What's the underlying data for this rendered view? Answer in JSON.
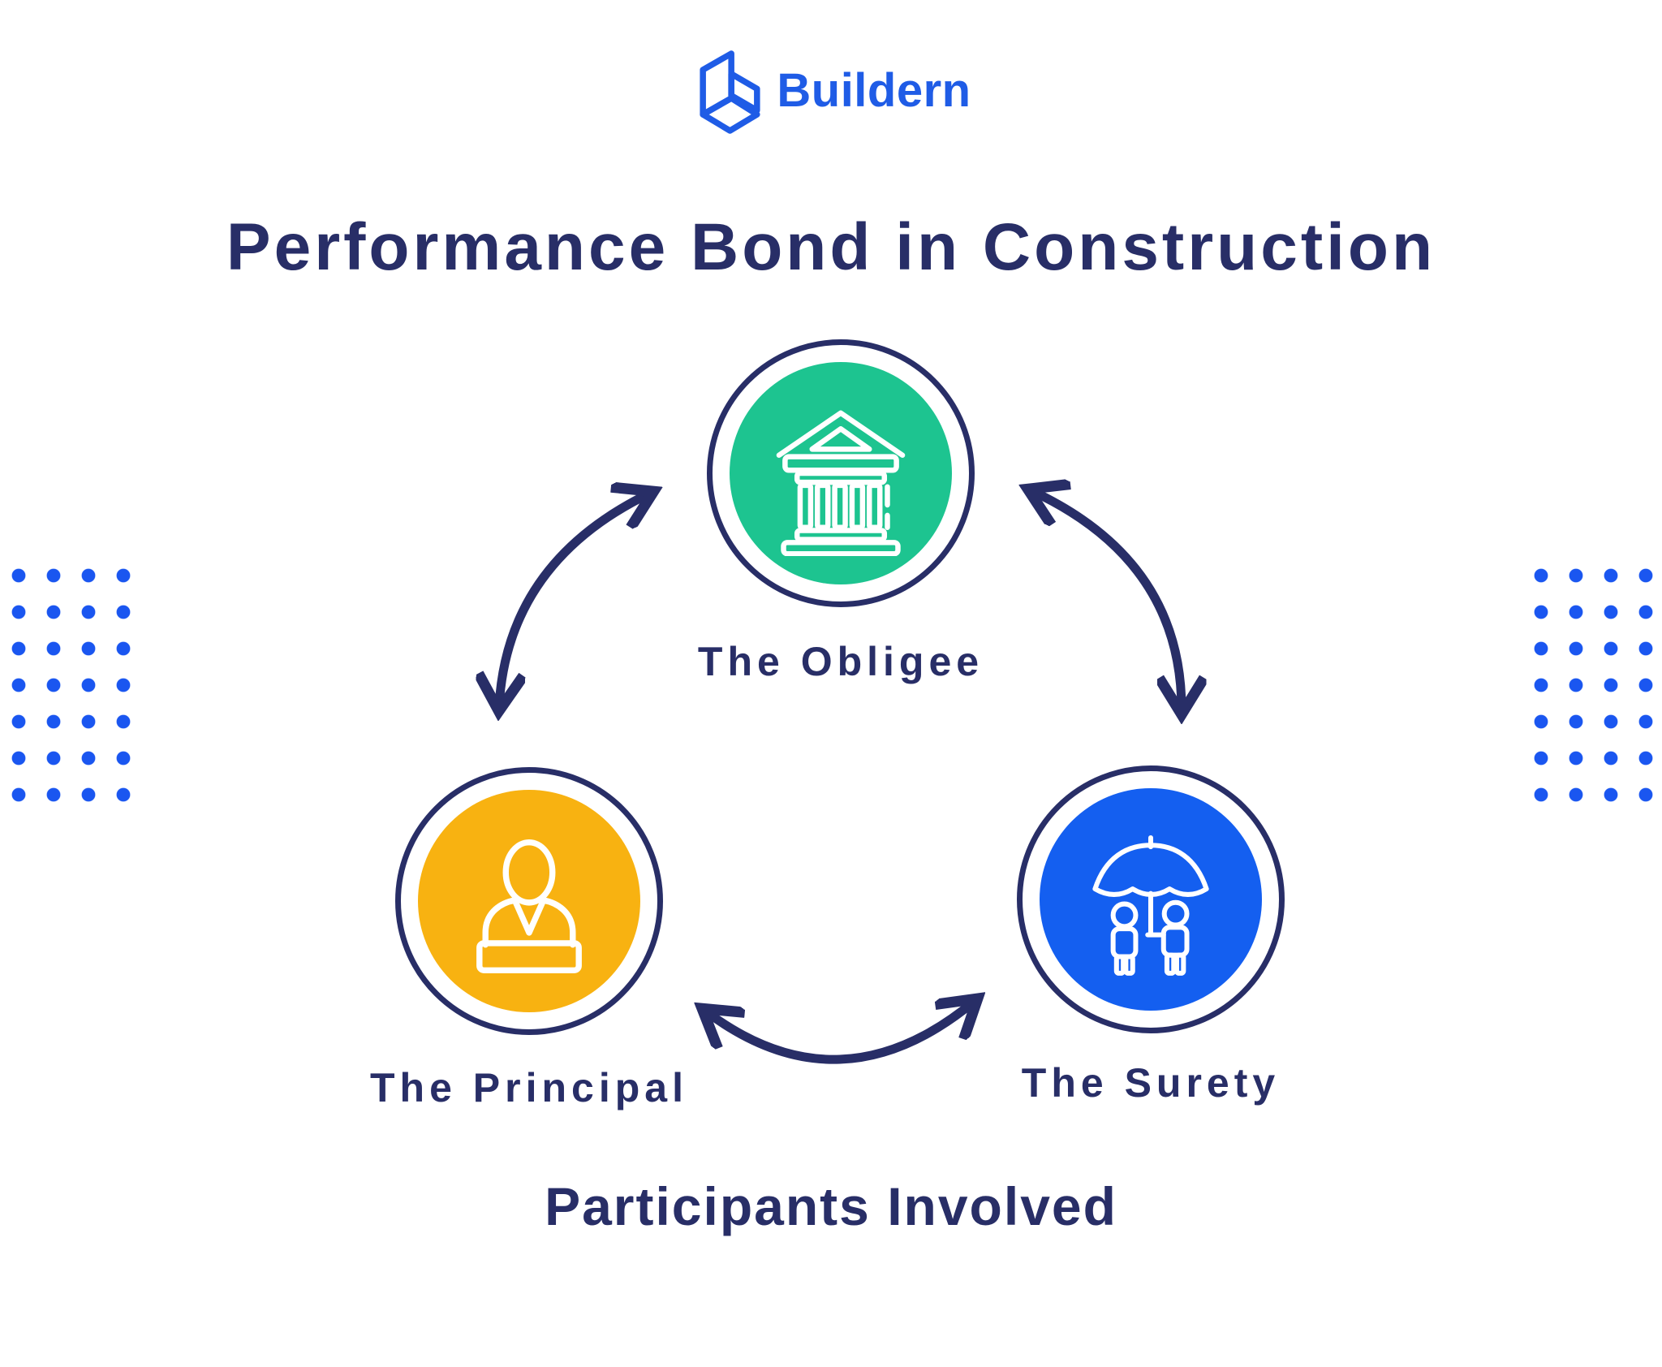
{
  "brand": {
    "name": "Buildern",
    "color": "#1f5ce6"
  },
  "title": "Performance Bond in Construction",
  "caption": "Participants Involved",
  "nodes": [
    {
      "id": "obligee",
      "label": "The Obligee",
      "color": "#1dc490",
      "icon": "bank-building-icon"
    },
    {
      "id": "principal",
      "label": "The Principal",
      "color": "#f8b211",
      "icon": "person-at-podium-icon"
    },
    {
      "id": "surety",
      "label": "The Surety",
      "color": "#145ff0",
      "icon": "umbrella-people-icon"
    }
  ],
  "arrows": [
    {
      "from": "principal",
      "to": "obligee",
      "style": "curved-double-headed"
    },
    {
      "from": "obligee",
      "to": "surety",
      "style": "curved-double-headed"
    },
    {
      "from": "surety",
      "to": "principal",
      "style": "curved-double-headed"
    }
  ],
  "decor": {
    "dot_grids": {
      "count": 2,
      "rows": 7,
      "cols": 4,
      "color": "#1a56f0"
    }
  },
  "theme": {
    "navy": "#282e67",
    "background": "#ffffff"
  }
}
